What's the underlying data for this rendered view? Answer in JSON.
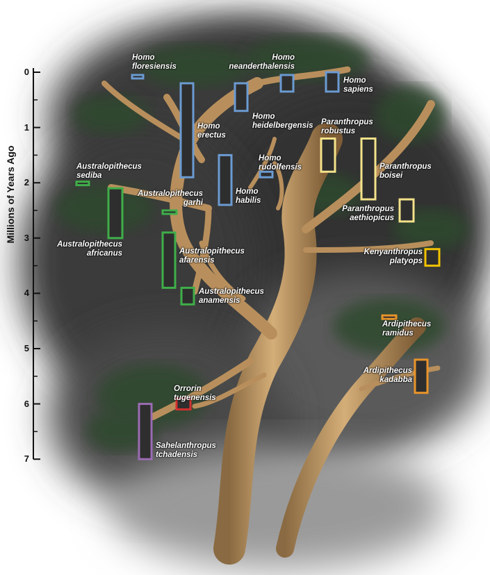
{
  "axis": {
    "title": "Millions of Years Ago",
    "ticks": [
      "0",
      "1",
      "2",
      "3",
      "4",
      "5",
      "6",
      "7"
    ],
    "min": 0,
    "max": 7
  },
  "colors": {
    "homo": "#6b9bd2",
    "australopithecus": "#3fae49",
    "paranthropus": "#f3e28a",
    "kenyanthropus": "#f2c200",
    "ardipithecus": "#e8942a",
    "orrorin": "#d32f2f",
    "sahelanthropus": "#9b6bb3",
    "bar_fill": "#2e2e2e",
    "trunk": "#c9a06a",
    "foliage": "#2f4a2f"
  },
  "species": [
    {
      "id": "homo-floresiensis",
      "line1": "Homo",
      "line2": "floresiensis",
      "group": "homo",
      "start": 0.05,
      "end": 0.1
    },
    {
      "id": "homo-neanderthalensis",
      "line1": "Homo",
      "line2": "neanderthalensis",
      "group": "homo",
      "start": 0.05,
      "end": 0.35
    },
    {
      "id": "homo-sapiens",
      "line1": "Homo",
      "line2": "sapiens",
      "group": "homo",
      "start": 0.0,
      "end": 0.35
    },
    {
      "id": "homo-heidelbergensis",
      "line1": "Homo",
      "line2": "heidelbergensis",
      "group": "homo",
      "start": 0.2,
      "end": 0.7
    },
    {
      "id": "homo-erectus",
      "line1": "Homo",
      "line2": "erectus",
      "group": "homo",
      "start": 0.2,
      "end": 1.9
    },
    {
      "id": "homo-rudolfensis",
      "line1": "Homo",
      "line2": "rudolfensis",
      "group": "homo",
      "start": 1.8,
      "end": 1.9
    },
    {
      "id": "homo-habilis",
      "line1": "Homo",
      "line2": "habilis",
      "group": "homo",
      "start": 1.5,
      "end": 2.4
    },
    {
      "id": "paranthropus-robustus",
      "line1": "Paranthropus",
      "line2": "robustus",
      "group": "paranthropus",
      "start": 1.2,
      "end": 1.8
    },
    {
      "id": "paranthropus-boisei",
      "line1": "Paranthropus",
      "line2": "boisei",
      "group": "paranthropus",
      "start": 1.2,
      "end": 2.3
    },
    {
      "id": "paranthropus-aethiopicus",
      "line1": "Paranthropus",
      "line2": "aethiopicus",
      "group": "paranthropus",
      "start": 2.3,
      "end": 2.7
    },
    {
      "id": "australopithecus-sediba",
      "line1": "Australopithecus",
      "line2": "sediba",
      "group": "australopithecus",
      "start": 1.98,
      "end": 2.0
    },
    {
      "id": "australopithecus-garhi",
      "line1": "Australopithecus",
      "line2": "garhi",
      "group": "australopithecus",
      "start": 2.5,
      "end": 2.52
    },
    {
      "id": "australopithecus-africanus",
      "line1": "Australopithecus",
      "line2": "africanus",
      "group": "australopithecus",
      "start": 2.1,
      "end": 3.0
    },
    {
      "id": "australopithecus-afarensis",
      "line1": "Australopithecus",
      "line2": "afarensis",
      "group": "australopithecus",
      "start": 2.9,
      "end": 3.9
    },
    {
      "id": "australopithecus-anamensis",
      "line1": "Australopithecus",
      "line2": "anamensis",
      "group": "australopithecus",
      "start": 3.9,
      "end": 4.2
    },
    {
      "id": "kenyanthropus-platyops",
      "line1": "Kenyanthropus",
      "line2": "platyops",
      "group": "kenyanthropus",
      "start": 3.2,
      "end": 3.5
    },
    {
      "id": "ardipithecus-ramidus",
      "line1": "Ardipithecus",
      "line2": "ramidus",
      "group": "ardipithecus",
      "start": 4.4,
      "end": 4.45
    },
    {
      "id": "ardipithecus-kadabba",
      "line1": "Ardipithecus",
      "line2": "kadabba",
      "group": "ardipithecus",
      "start": 5.2,
      "end": 5.8
    },
    {
      "id": "orrorin-tugenensis",
      "line1": "Orrorin",
      "line2": "tugenensis",
      "group": "orrorin",
      "start": 5.9,
      "end": 6.1
    },
    {
      "id": "sahelanthropus-tchadensis",
      "line1": "Sahelanthropus",
      "line2": "tchadensis",
      "group": "sahelanthropus",
      "start": 6.0,
      "end": 7.0
    }
  ]
}
